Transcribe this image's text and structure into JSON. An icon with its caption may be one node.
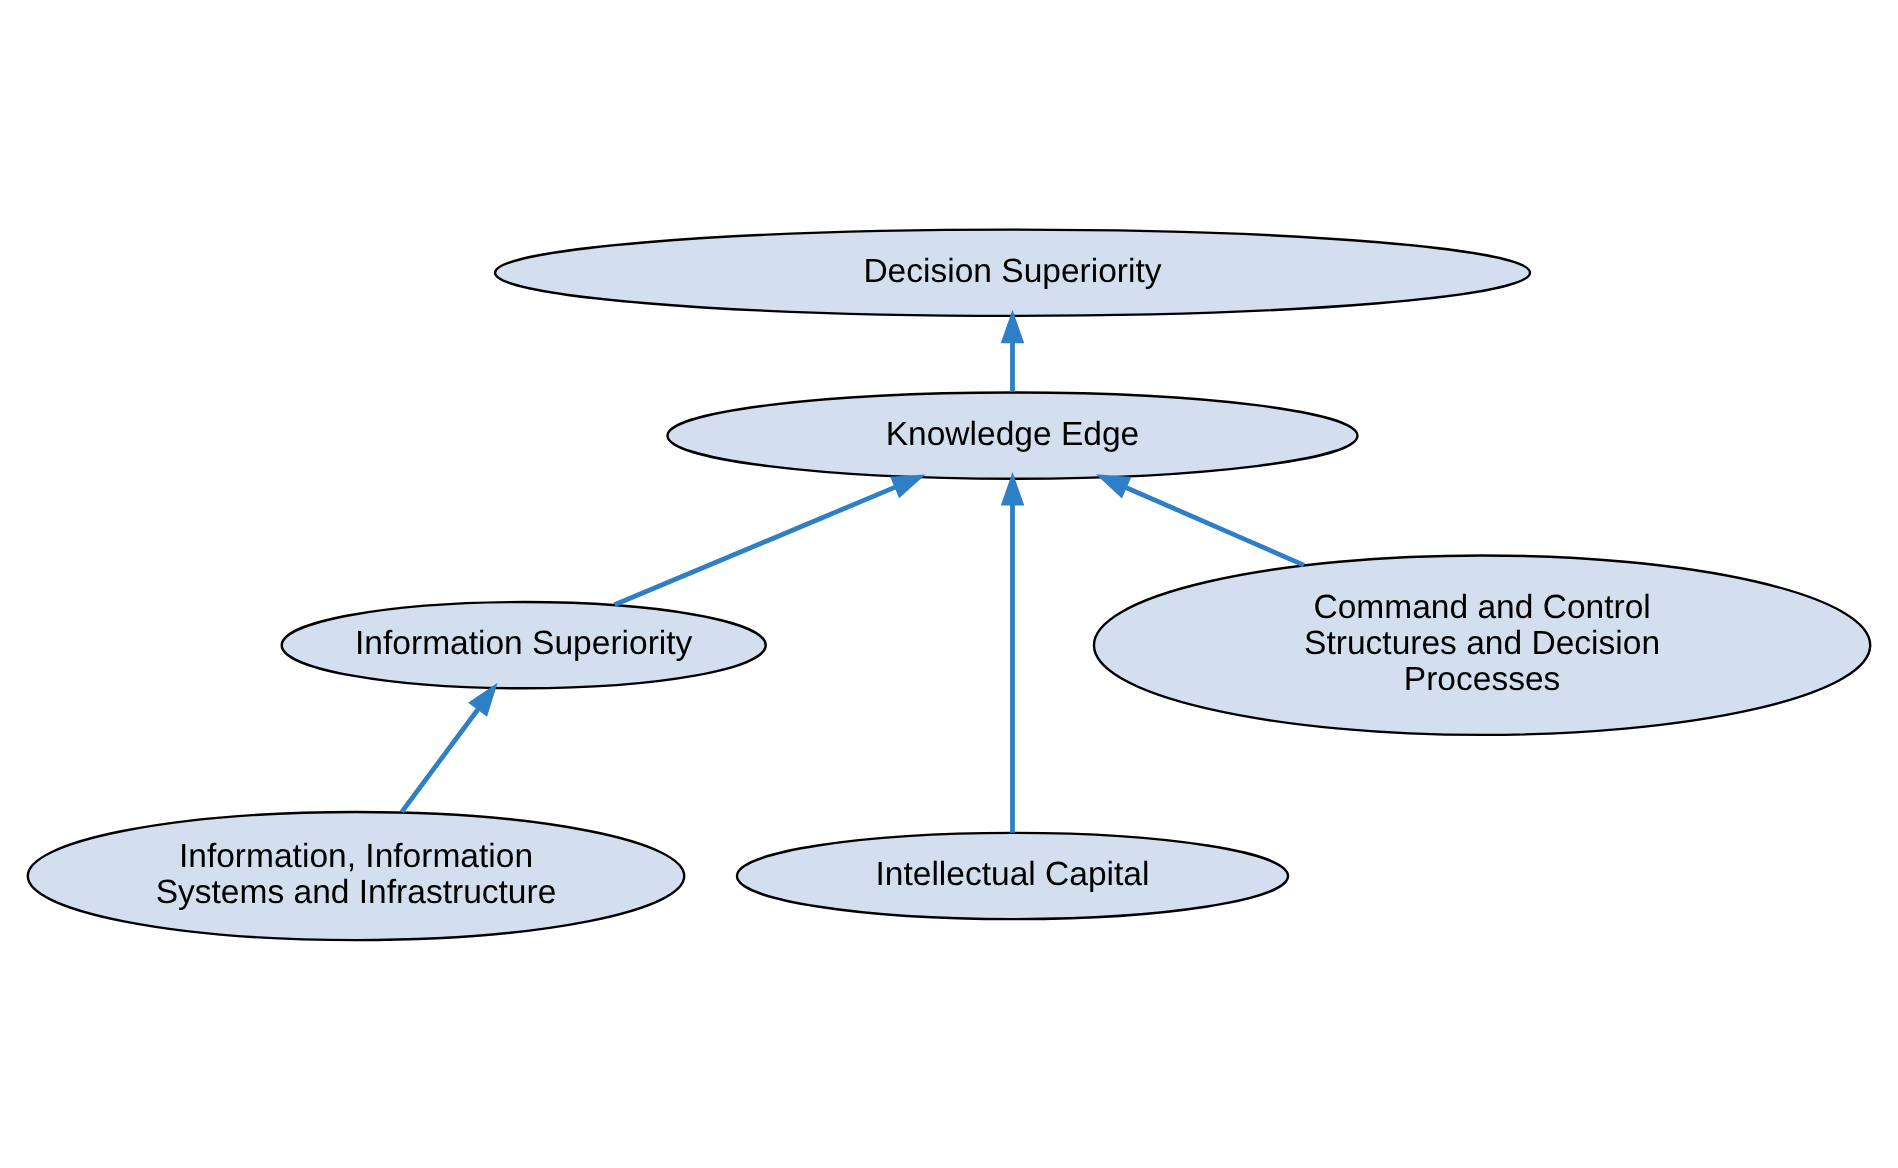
{
  "diagram": {
    "nodes": [
      {
        "text": [
          "Decision Superiority"
        ]
      },
      {
        "text": [
          "Knowledge Edge"
        ]
      },
      {
        "text": [
          "Information Superiority"
        ]
      },
      {
        "text": [
          "Intellectual Capital"
        ]
      },
      {
        "text": [
          "Information, Information Systems and Infrastructure"
        ]
      },
      {
        "text": [
          "Command and Control Structures and Decision Processes"
        ]
      }
    ],
    "edges": [
      {
        "from": 1,
        "to": 0,
        "arrow": "to"
      },
      {
        "from": 3,
        "to": 1,
        "arrow": "to"
      },
      {
        "from": 5,
        "to": 1,
        "arrow": "to"
      },
      {
        "from": 2,
        "to": 1,
        "arrow": "to"
      },
      {
        "from": 4,
        "to": 2,
        "arrow": "to"
      }
    ]
  }
}
